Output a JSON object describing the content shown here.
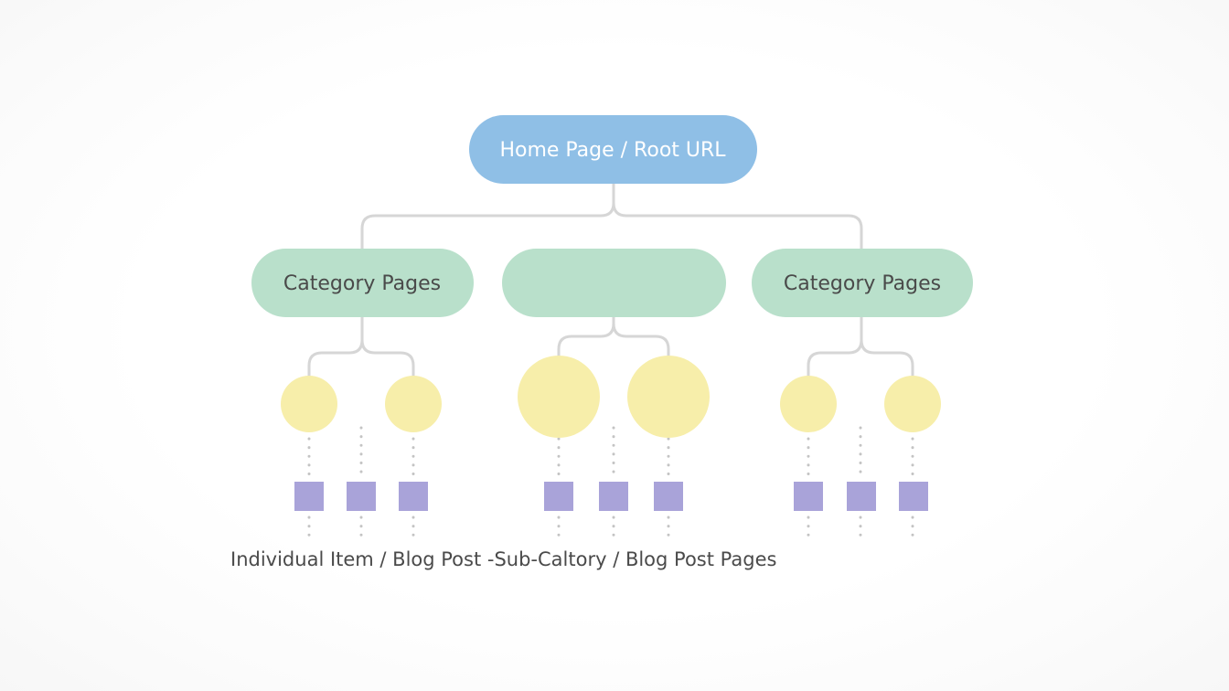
{
  "diagram": {
    "root": {
      "label": "Home Page / Root URL"
    },
    "categories": [
      {
        "label": "Category Pages"
      },
      {
        "label": ""
      },
      {
        "label": "Category Pages"
      }
    ],
    "caption": {
      "text": "Individual Item / Blog Post ‑Sub‑Caltory / Blog Post Pages"
    },
    "colors": {
      "root_fill": "#8fbfe6",
      "root_text": "#ffffff",
      "category_fill": "#b9e0cb",
      "category_text": "#4a4a4a",
      "subcategory_fill": "#f7eeaa",
      "item_fill": "#a9a3d9",
      "connector": "#d6d6d6",
      "dotted": "#c4c4c4",
      "caption_text": "#4a4a4a"
    }
  }
}
